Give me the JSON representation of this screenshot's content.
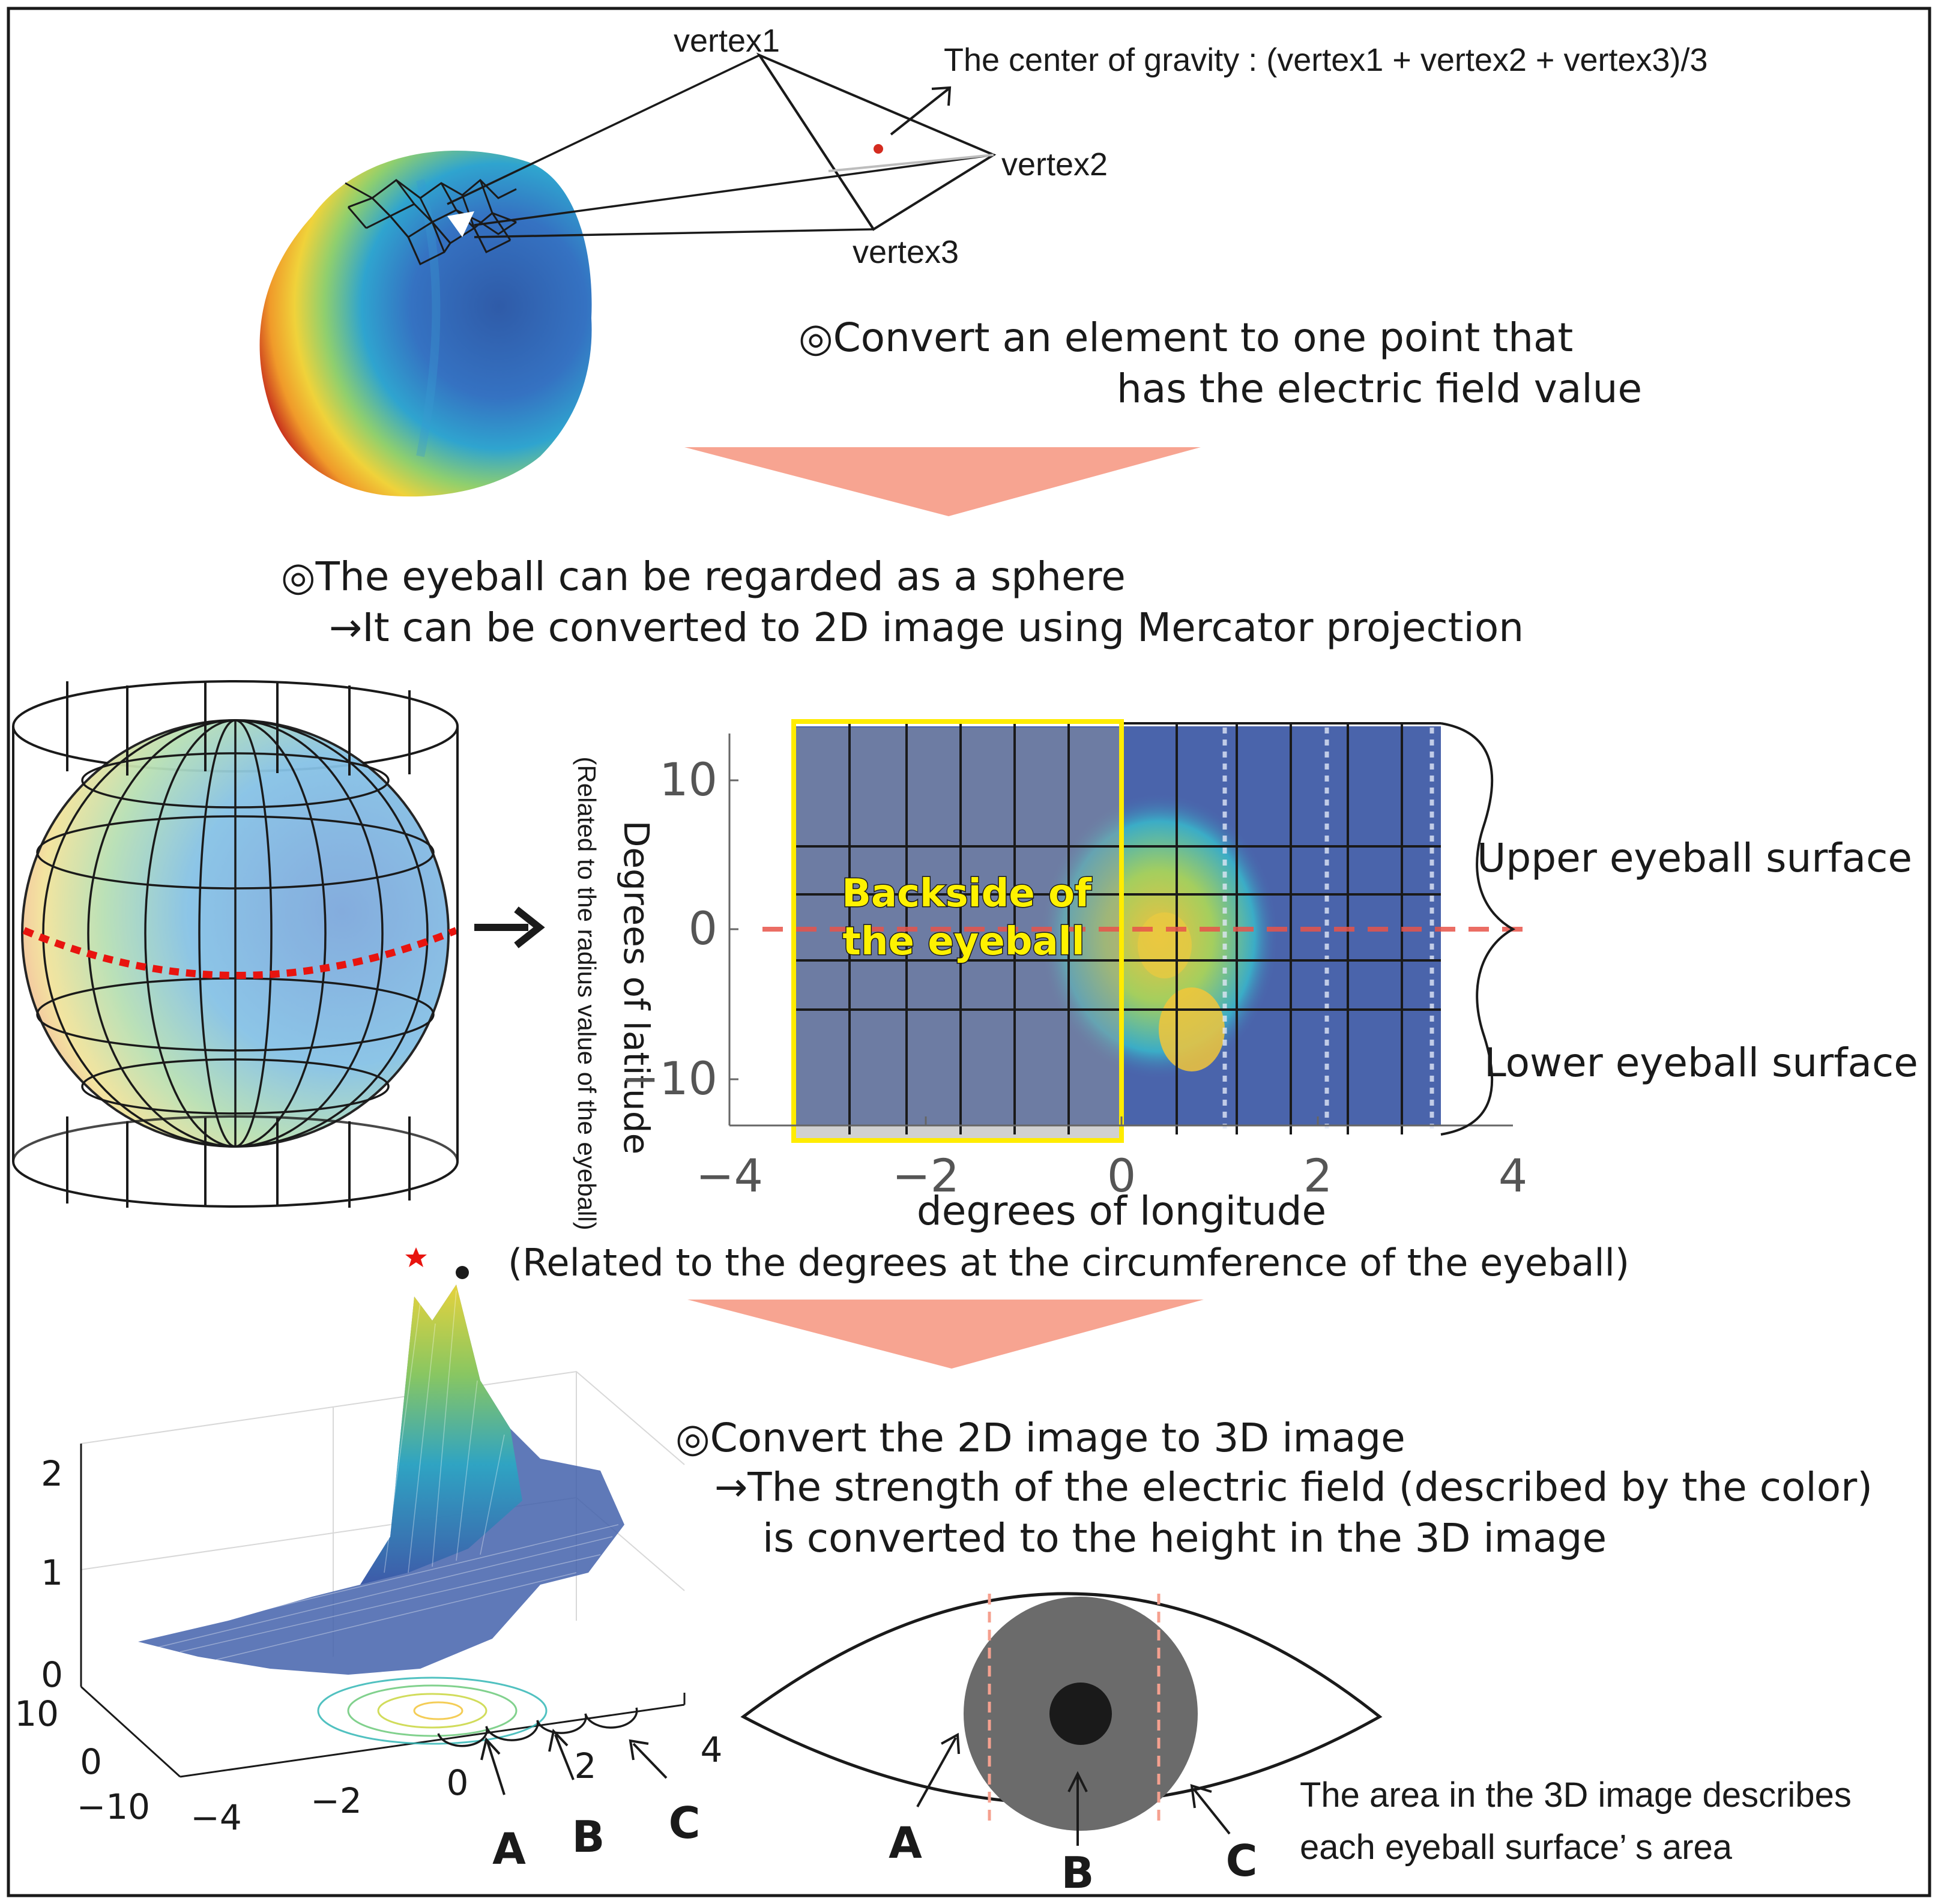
{
  "colors": {
    "frame": "#1a1a1a",
    "arrow_fill": "#f7a491",
    "highlight_yellow": "#ffec00",
    "label_yellow": "#fff200",
    "equator_red": "#e8140f",
    "dashed_pink": "#f5a08f",
    "field_dark_blue": "#3f56a8",
    "field_cyan": "#35b1c9",
    "field_yellow": "#f2d431",
    "field_red": "#d42b1f",
    "iris_grey": "#6b6b6b"
  },
  "section1": {
    "vertex1": "vertex1",
    "vertex2": "vertex2",
    "vertex3": "vertex3",
    "center_of_gravity": "The center of gravity : (vertex1 + vertex2 + vertex3)/3",
    "note_line1": "◎Convert an element to one point that",
    "note_line2": "has the electric field value"
  },
  "section2": {
    "note_line1": "◎The eyeball can be regarded as a sphere",
    "note_line2": "→It can be converted to 2D image using Mercator projection",
    "y_title": "Degrees of latitude",
    "y_subtitle": "(Related to the radius value of the eyeball)",
    "y_ticks": [
      "10",
      "0",
      "−10"
    ],
    "x_ticks": [
      "−4",
      "−2",
      "0",
      "2",
      "4"
    ],
    "x_title": "degrees of longitude",
    "x_subtitle": "(Related to the degrees at the circumference of the eyeball)",
    "backside_line1": "Backside of",
    "backside_line2": "the eyeball",
    "upper_label": "Upper eyeball surface",
    "lower_label": "Lower eyeball surface"
  },
  "section3": {
    "note_line1": "◎Convert the 2D image to 3D image",
    "note_line2": "→The strength of the electric field (described by the color)",
    "note_line3": "is converted to the height in the 3D image",
    "z_ticks": [
      "2",
      "1",
      "0"
    ],
    "y_ticks": [
      "10",
      "0",
      "−10"
    ],
    "x_ticks": [
      "−4",
      "−2",
      "0",
      "2",
      "4"
    ],
    "label_a": "A",
    "label_b": "B",
    "label_c": "C",
    "eye_label_a": "A",
    "eye_label_b": "B",
    "eye_label_c": "C",
    "area_note_line1": "The area in the 3D image describes",
    "area_note_line2": "each eyeball surface’ s area"
  }
}
